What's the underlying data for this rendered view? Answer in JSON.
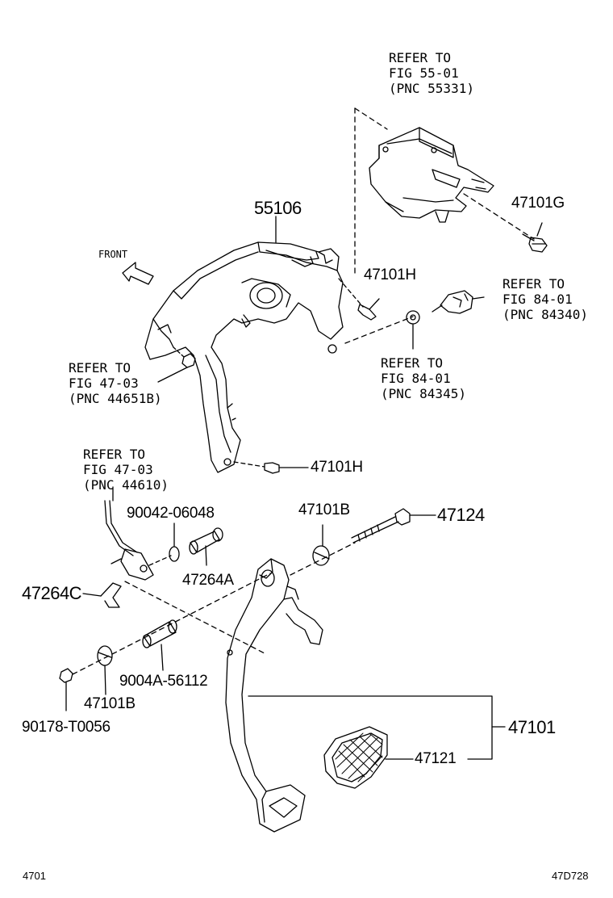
{
  "references": {
    "fig55": [
      "REFER TO",
      "FIG 55-01",
      "(PNC 55331)"
    ],
    "fig84_340": [
      "REFER TO",
      "FIG 84-01",
      "(PNC 84340)"
    ],
    "fig47_651b": [
      "REFER TO",
      "FIG 47-03",
      "(PNC 44651B)"
    ],
    "fig84_345": [
      "REFER TO",
      "FIG 84-01",
      "(PNC 84345)"
    ],
    "fig47_610": [
      "REFER TO",
      "FIG 47-03",
      "(PNC 44610)"
    ]
  },
  "parts": {
    "p55106": "55106",
    "p47101g": "47101G",
    "p47101h_top": "47101H",
    "p47101h_mid": "47101H",
    "p47101b_top": "47101B",
    "p47124": "47124",
    "p90042": "90042-06048",
    "p47264a": "47264A",
    "p47264c": "47264C",
    "p9004a": "9004A-56112",
    "p47101b_bot": "47101B",
    "p90178": "90178-T0056",
    "p47101": "47101",
    "p47121": "47121"
  },
  "front_label": "FRONT",
  "footer": {
    "left": "4701",
    "right": "47D728"
  }
}
